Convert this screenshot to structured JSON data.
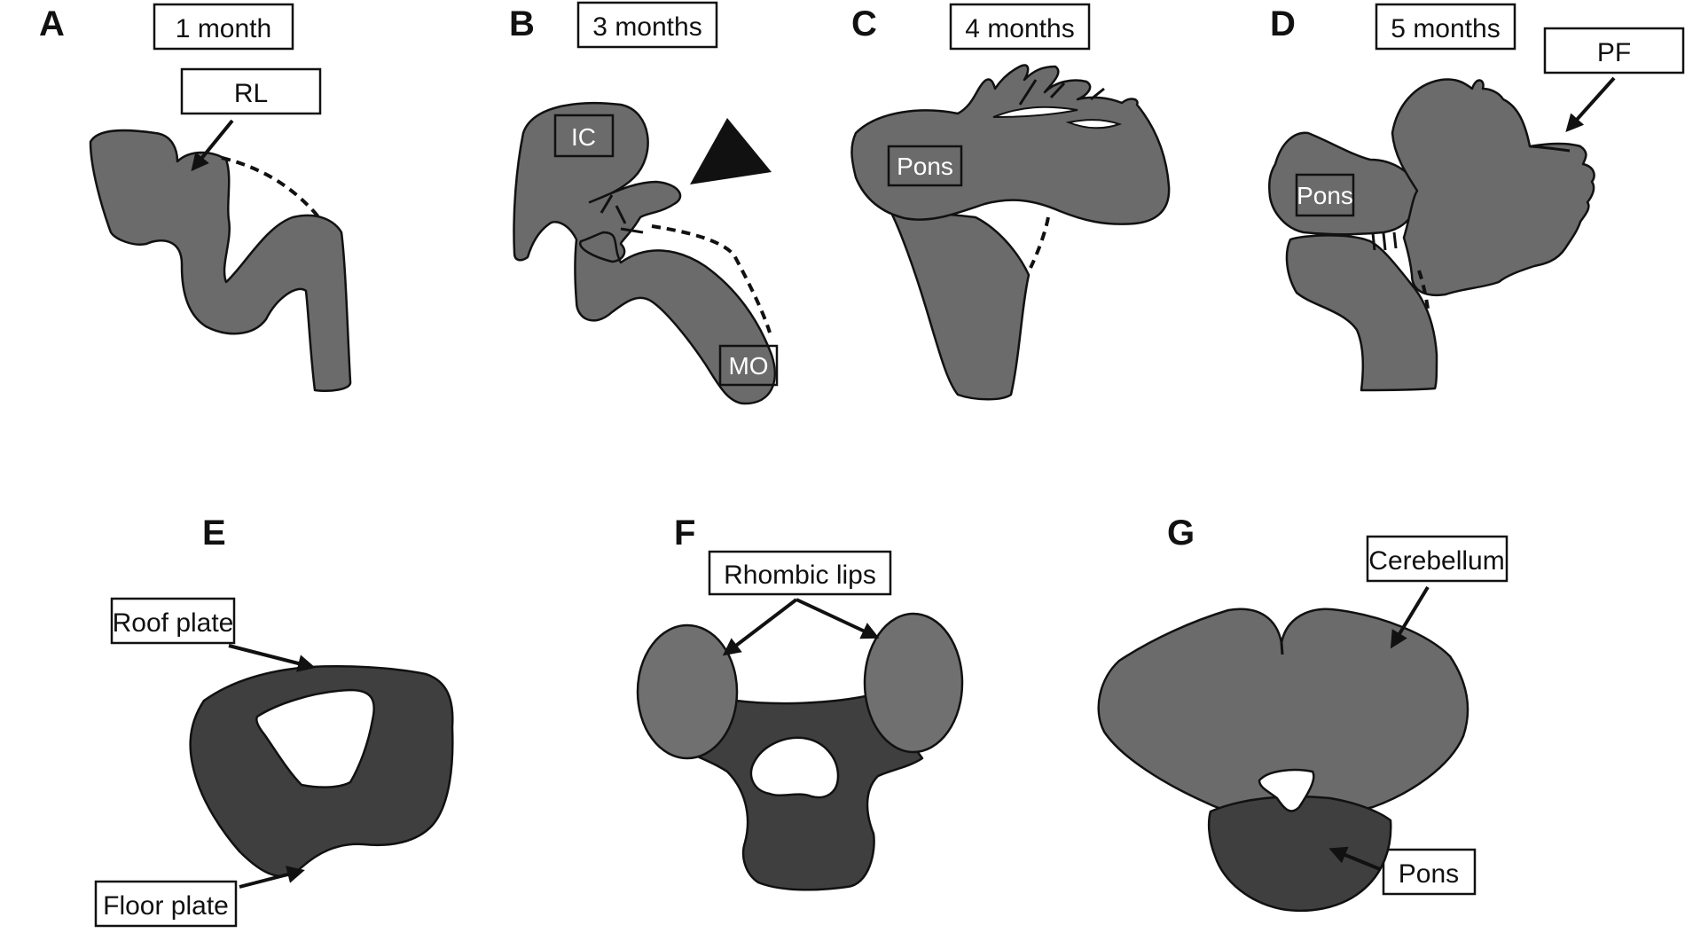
{
  "panels": {
    "A": {
      "letter": "A",
      "age": "1 month",
      "label": "RL"
    },
    "B": {
      "letter": "B",
      "age": "3 months",
      "label_ic": "IC",
      "label_mo": "MO"
    },
    "C": {
      "letter": "C",
      "age": "4 months",
      "label": "Pons"
    },
    "D": {
      "letter": "D",
      "age": "5 months",
      "label_pons": "Pons",
      "label_pf": "PF"
    },
    "E": {
      "letter": "E",
      "label_roof": "Roof plate",
      "label_floor": "Floor plate"
    },
    "F": {
      "letter": "F",
      "label": "Rhombic lips"
    },
    "G": {
      "letter": "G",
      "label_cerebellum": "Cerebellum",
      "label_pons": "Pons"
    }
  },
  "colors": {
    "tissue": "#6b6b6b",
    "dark_tissue": "#3f3f3f",
    "outline": "#111111",
    "background": "#ffffff"
  }
}
